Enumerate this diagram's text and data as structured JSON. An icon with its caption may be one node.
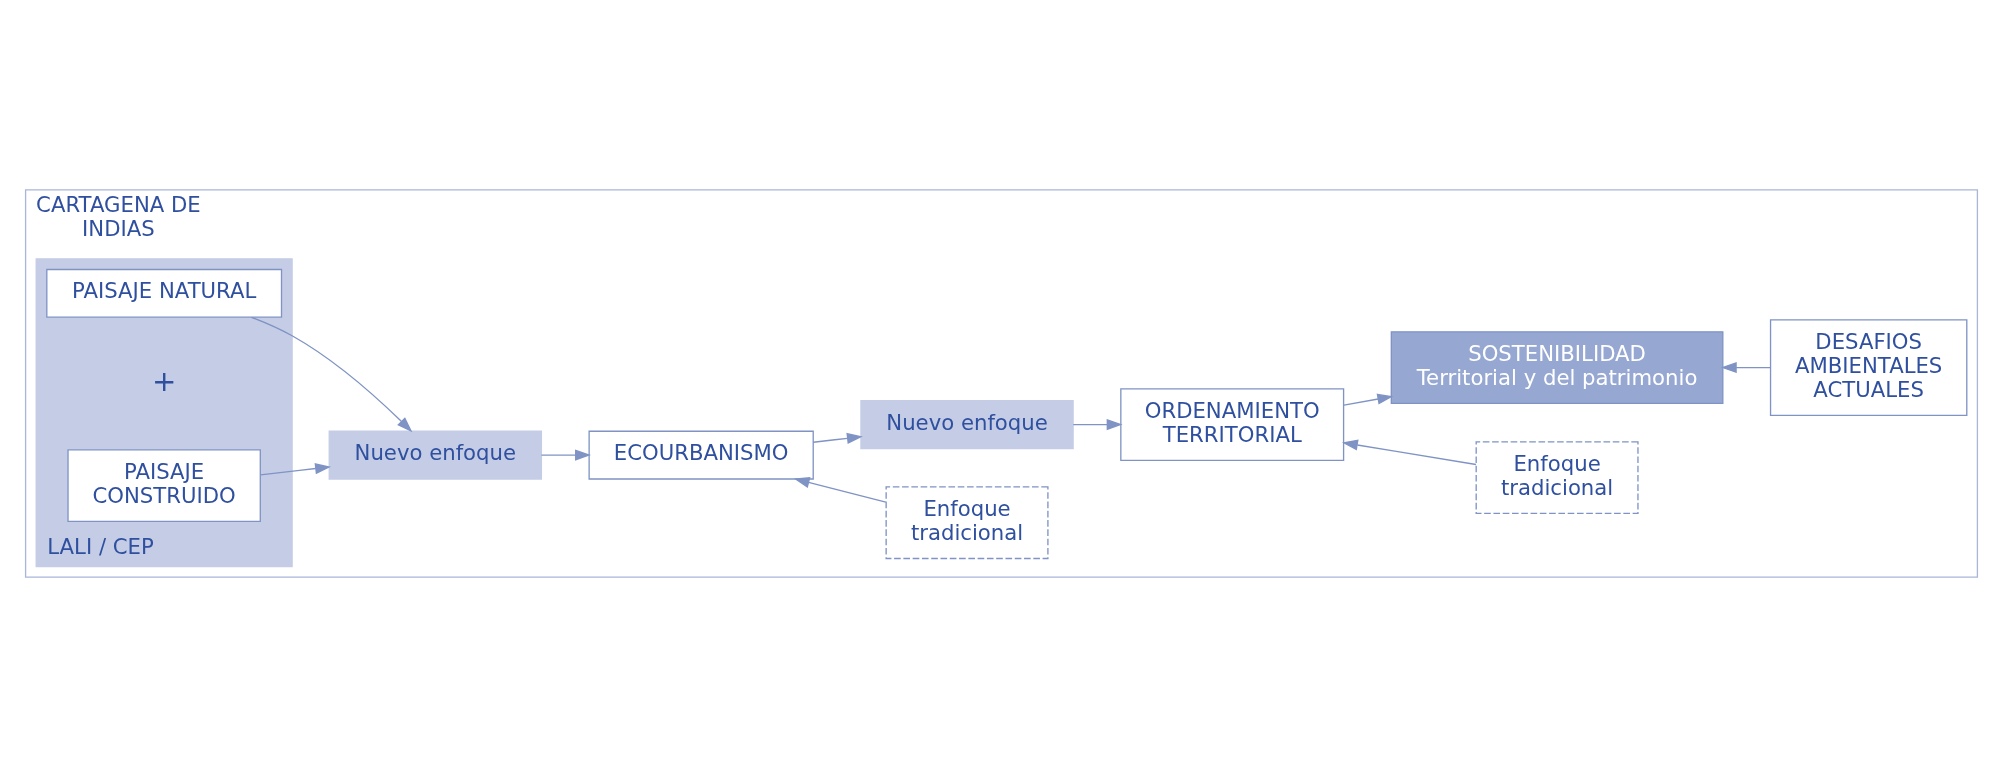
{
  "diagram": {
    "nodes": [
      {
        "text": [
          "CARTAGENA DE INDIAS"
        ]
      },
      {
        "text": [
          "LALI / CEP"
        ],
        "in": 0
      },
      {
        "text": [
          "PAISAJE CONSTRUIDO"
        ],
        "in": 1
      },
      {
        "text": [
          "PAISAJE NATURAL"
        ],
        "in": 1
      },
      {
        "text": [
          "Nuevo enfoque"
        ],
        "in": 0
      },
      {
        "text": [
          "ECOURBANISMO"
        ],
        "in": 0
      },
      {
        "text": [
          "Enfoque tradicional"
        ],
        "in": 0
      },
      {
        "text": [
          "Nuevo enfoque"
        ],
        "in": 0
      },
      {
        "text": [
          "ORDENAMIENTO TERRITORIAL"
        ],
        "in": 0
      },
      {
        "text": [
          "Enfoque tradicional"
        ],
        "in": 0
      },
      {
        "text": [
          "SOSTENIBILIDAD",
          "Territorial y del patrimonio"
        ],
        "in": 0
      },
      {
        "text": [
          "DESAFIOS AMBIENTALES ACTUALES"
        ],
        "in": 0
      }
    ],
    "edges": [
      {
        "from": 2,
        "to": 4,
        "arrow": "to"
      },
      {
        "from": 3,
        "to": 4,
        "arrow": "to"
      },
      {
        "from": 4,
        "to": 5,
        "arrow": "to"
      },
      {
        "from": 6,
        "to": 5,
        "arrow": "to"
      },
      {
        "from": 5,
        "to": 7,
        "arrow": "to"
      },
      {
        "from": 7,
        "to": 8,
        "arrow": "to"
      },
      {
        "from": 9,
        "to": 8,
        "arrow": "to"
      },
      {
        "from": 8,
        "to": 10,
        "arrow": "to"
      },
      {
        "from": 11,
        "to": 10,
        "arrow": "to"
      }
    ],
    "labels": [
      "+"
    ]
  }
}
